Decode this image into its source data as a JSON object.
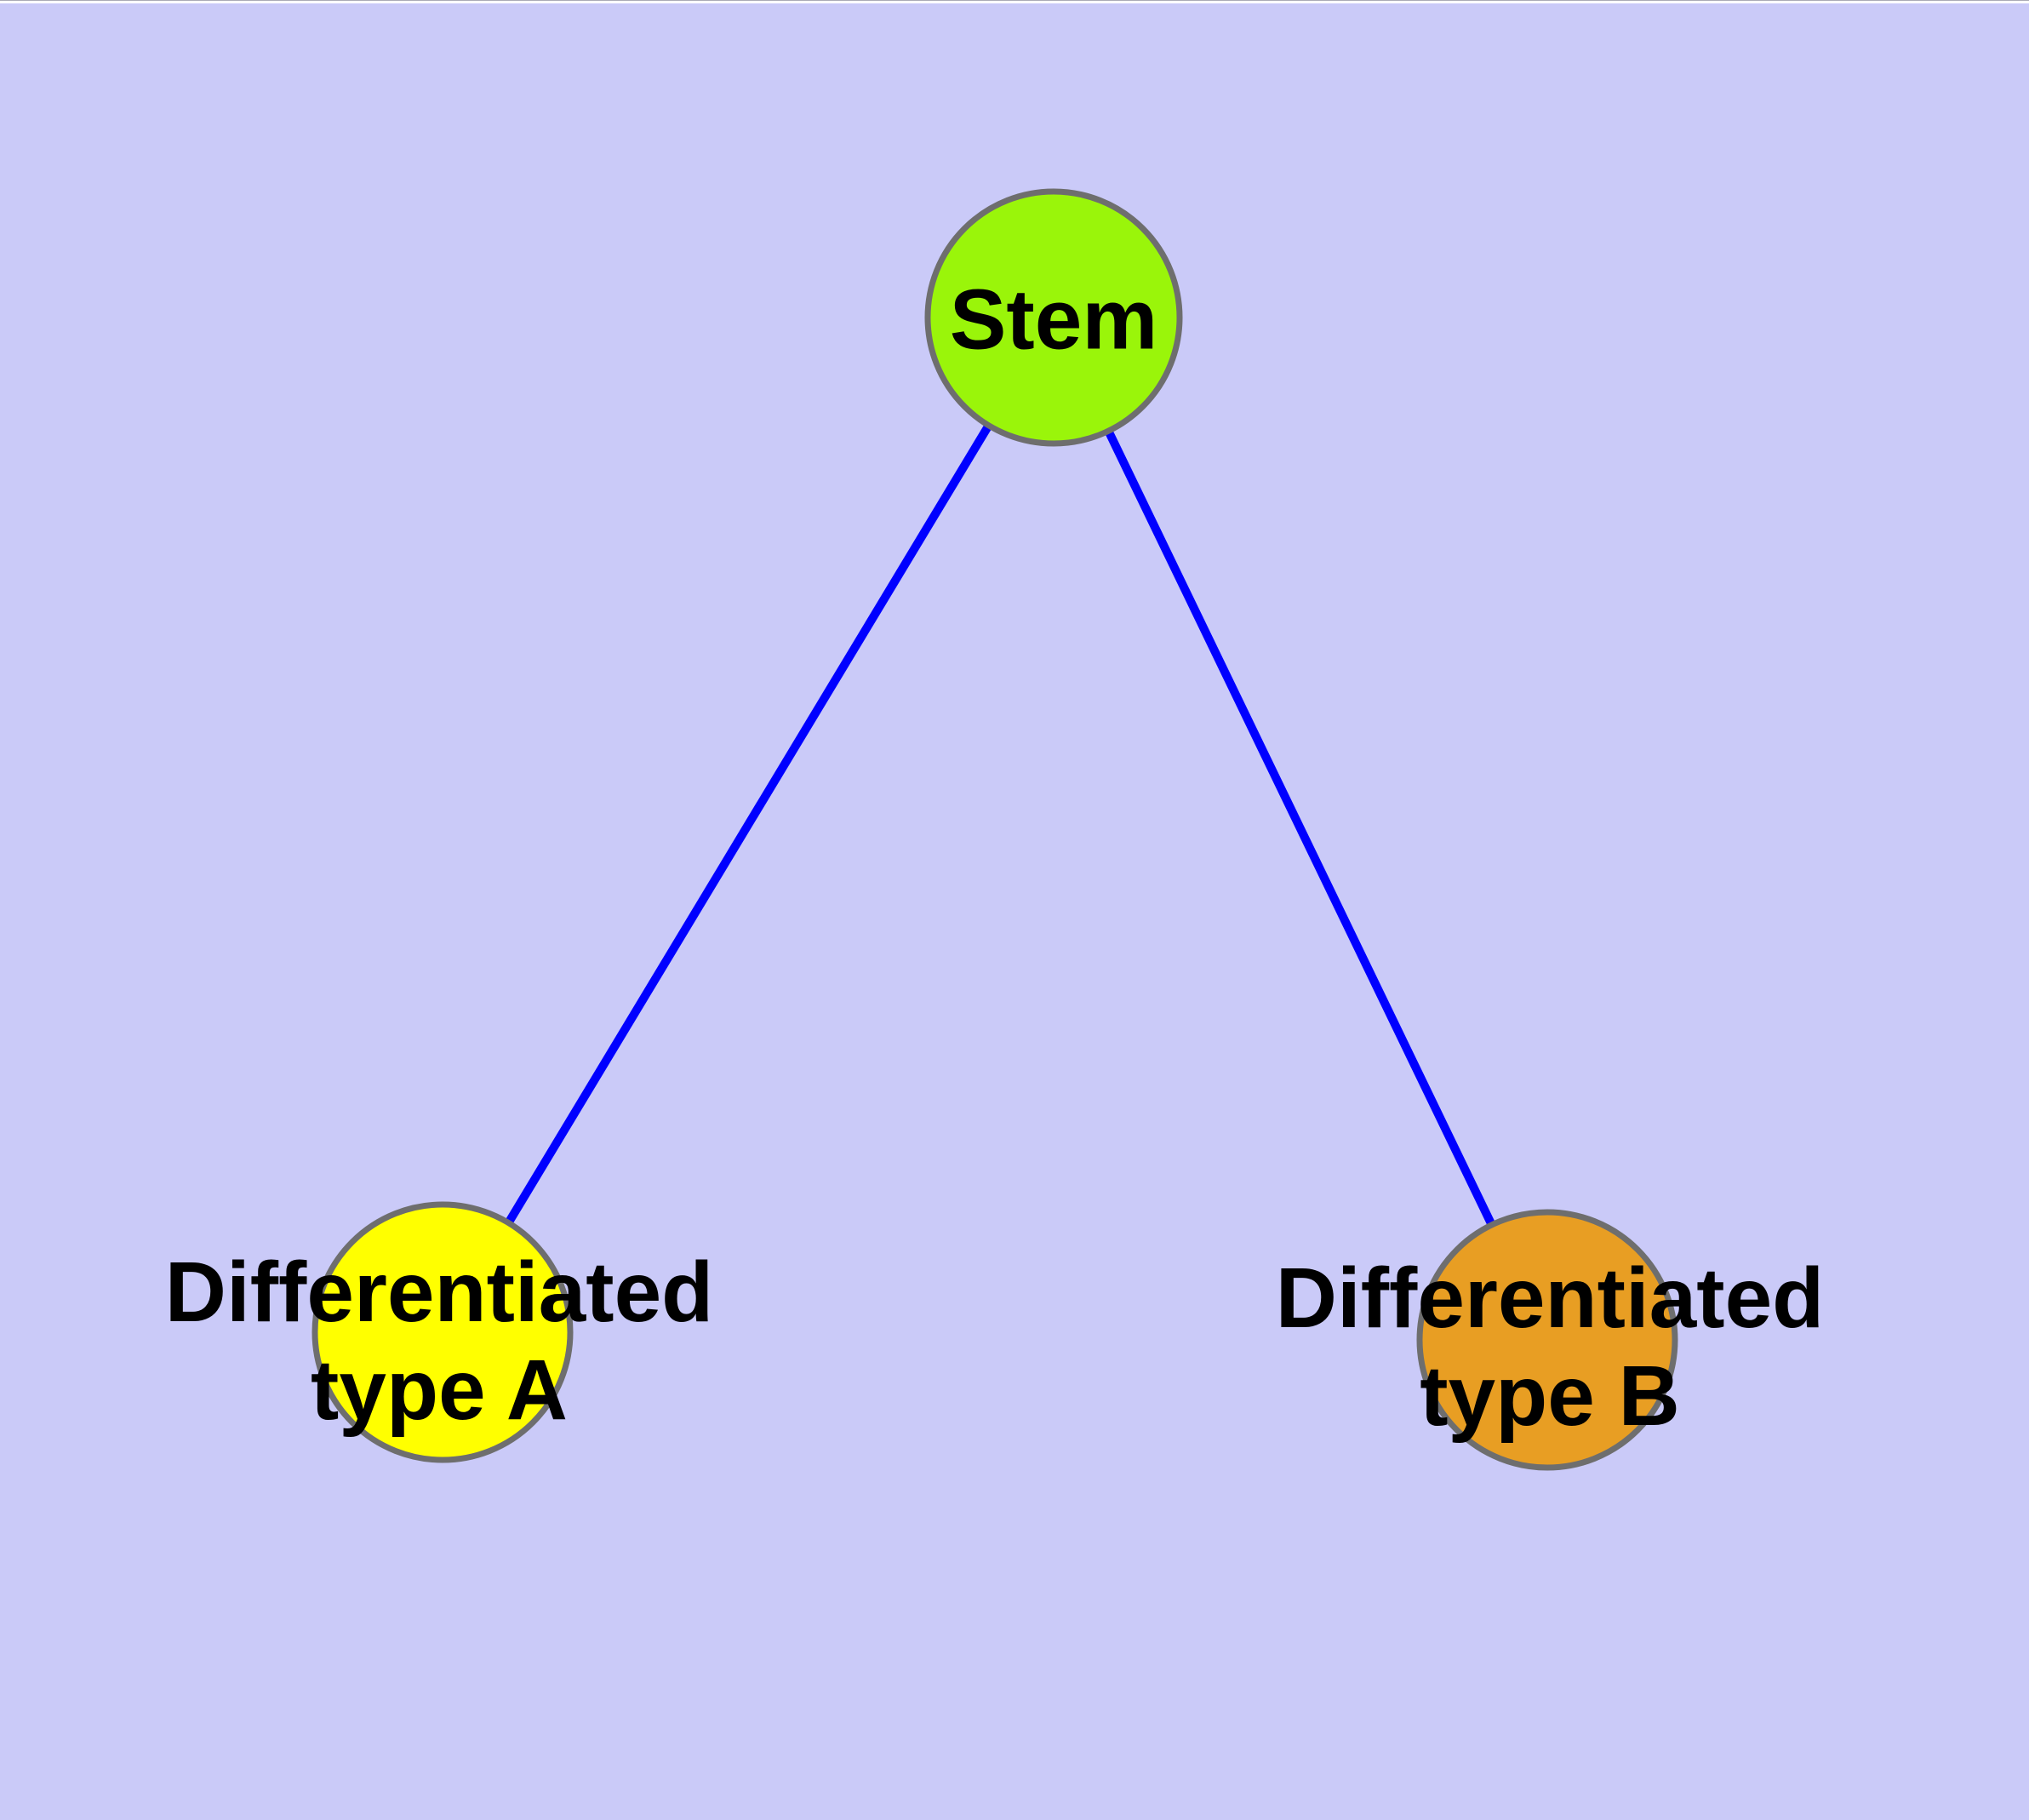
{
  "diagram": {
    "type": "node-link-graph",
    "background_color": "#CACAF8",
    "top_strip_color": "#FFFFFF",
    "text_color": "#000000",
    "edge_color": "#0000FF",
    "node_border_color": "#6E6E6E",
    "nodes": {
      "stem": {
        "label": "Stem",
        "fill": "#9AF50A"
      },
      "type_a": {
        "label": "Differentiated type A",
        "label_line1": "Differentiated",
        "label_line2": "type A",
        "fill": "#FFFF00"
      },
      "type_b": {
        "label": "Differentiated type B",
        "label_line1": "Differentiated",
        "label_line2": "type B",
        "fill": "#E89E23"
      }
    },
    "edges": [
      {
        "from": "Stem",
        "to": "Differentiated type A"
      },
      {
        "from": "Stem",
        "to": "Differentiated type B"
      }
    ]
  }
}
